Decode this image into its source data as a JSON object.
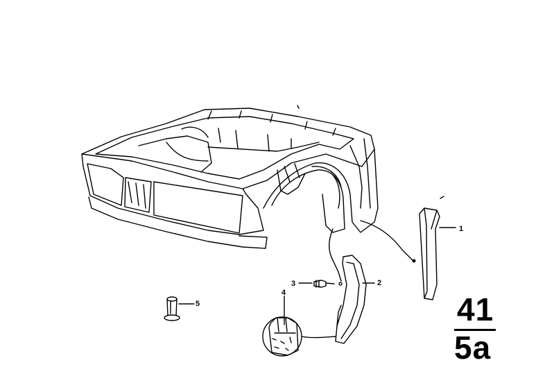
{
  "callouts": [
    {
      "id": "c1",
      "label": "1"
    },
    {
      "id": "c2",
      "label": "2"
    },
    {
      "id": "c3",
      "label": "3"
    },
    {
      "id": "c4",
      "label": "4"
    },
    {
      "id": "c5",
      "label": "5"
    }
  ],
  "group": {
    "top": "41",
    "bottom": "5a"
  },
  "colors": {
    "ink": "#000000",
    "paper": "#ffffff"
  }
}
